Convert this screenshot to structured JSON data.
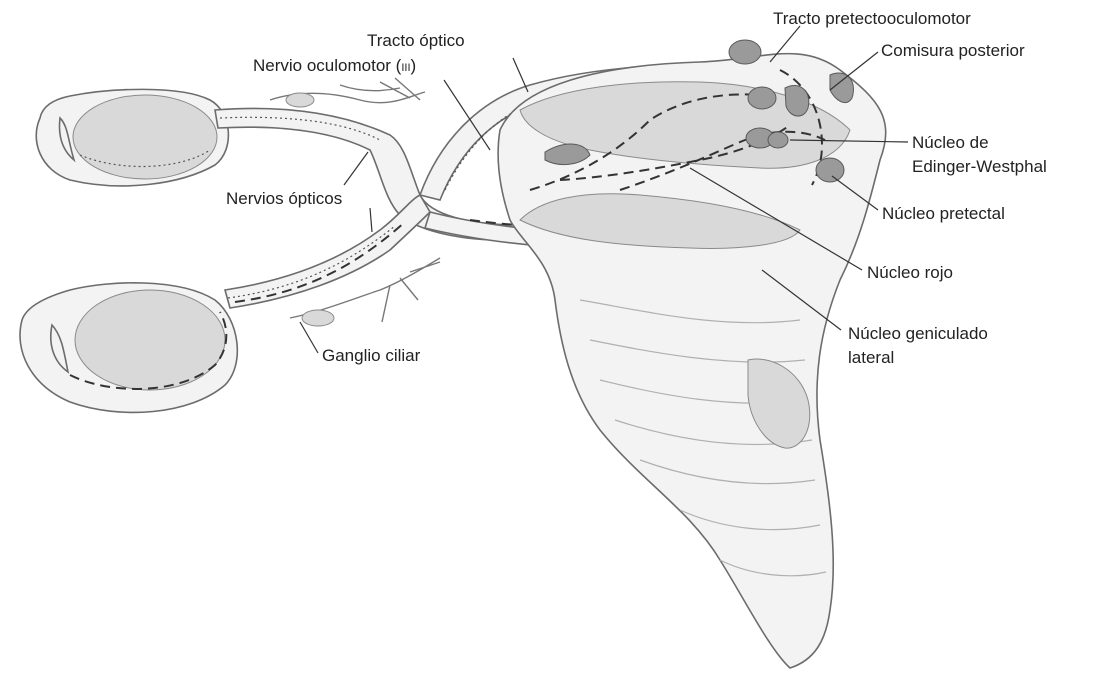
{
  "labels": {
    "tracto_pretectooculomotor": "Tracto pretectooculomotor",
    "comisura_posterior": "Comisura posterior",
    "tracto_optico": "Tracto óptico",
    "nervio_oculomotor": "Nervio oculomotor (",
    "nervio_oculomotor_numeral": "III",
    "nervio_oculomotor_close": ")",
    "nucleo_edinger_line1": "Núcleo de",
    "nucleo_edinger_line2": "Edinger-Westphal",
    "nervios_opticos": "Nervios ópticos",
    "nucleo_pretectal": "Núcleo pretectal",
    "nucleo_rojo": "Núcleo rojo",
    "nucleo_geniculado_line1": "Núcleo geniculado",
    "nucleo_geniculado_line2": "lateral",
    "ganglio_ciliar": "Ganglio ciliar"
  }
}
